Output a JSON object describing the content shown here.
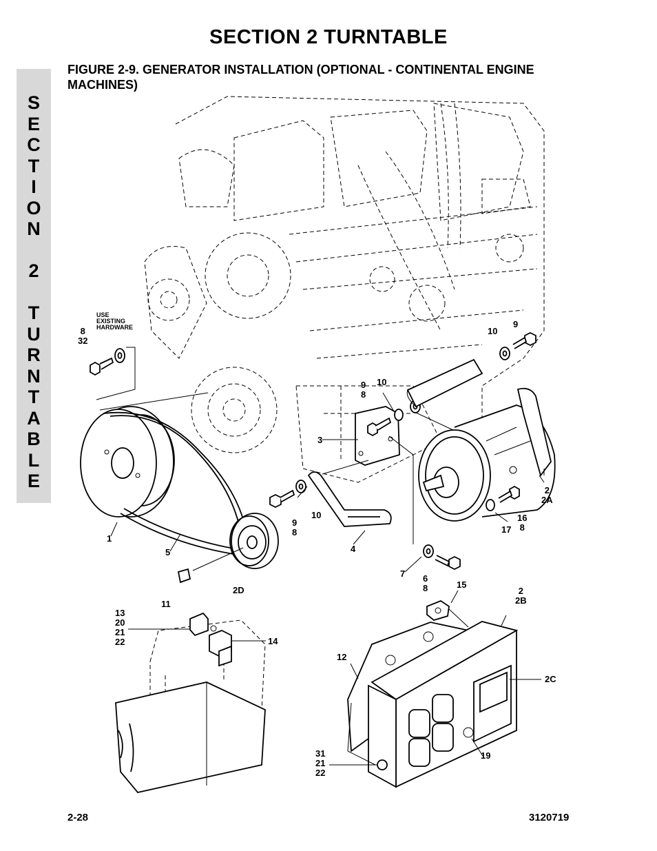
{
  "header": {
    "section_title": "SECTION 2   TURNTABLE",
    "figure_title": "FIGURE 2-9.    GENERATOR INSTALLATION (OPTIONAL - CONTINENTAL ENGINE MACHINES)"
  },
  "side_tab": {
    "text": "S\nE\nC\nT\nI\nO\nN\n \n2\n \nT\nU\nR\nN\nT\nA\nB\nL\nE"
  },
  "callouts": {
    "use_existing": "USE\nEXISTING\nHARDWARE",
    "c_8_32": "8\n32",
    "c_10_top": "10",
    "c_9_top": "9",
    "c_9_8_mid": "9\n8",
    "c_10_mid": "10",
    "c_3": "3",
    "c_9_8_low": "9\n8",
    "c_10_low": "10",
    "c_1": "1",
    "c_5": "5",
    "c_4": "4",
    "c_2_2a": "2\n2A",
    "c_16_8": "16\n8",
    "c_17": "17",
    "c_7": "7",
    "c_6_8": "6\n8",
    "c_11": "11",
    "c_2d": "2D",
    "c_15": "15",
    "c_2_2b": "2\n2B",
    "c_13_20_21_22": "13\n20\n21\n22",
    "c_14": "14",
    "c_12": "12",
    "c_2c": "2C",
    "c_19": "19",
    "c_31_21_22": "31\n21\n22"
  },
  "footer": {
    "page": "2-28",
    "doc_number": "3120719"
  }
}
